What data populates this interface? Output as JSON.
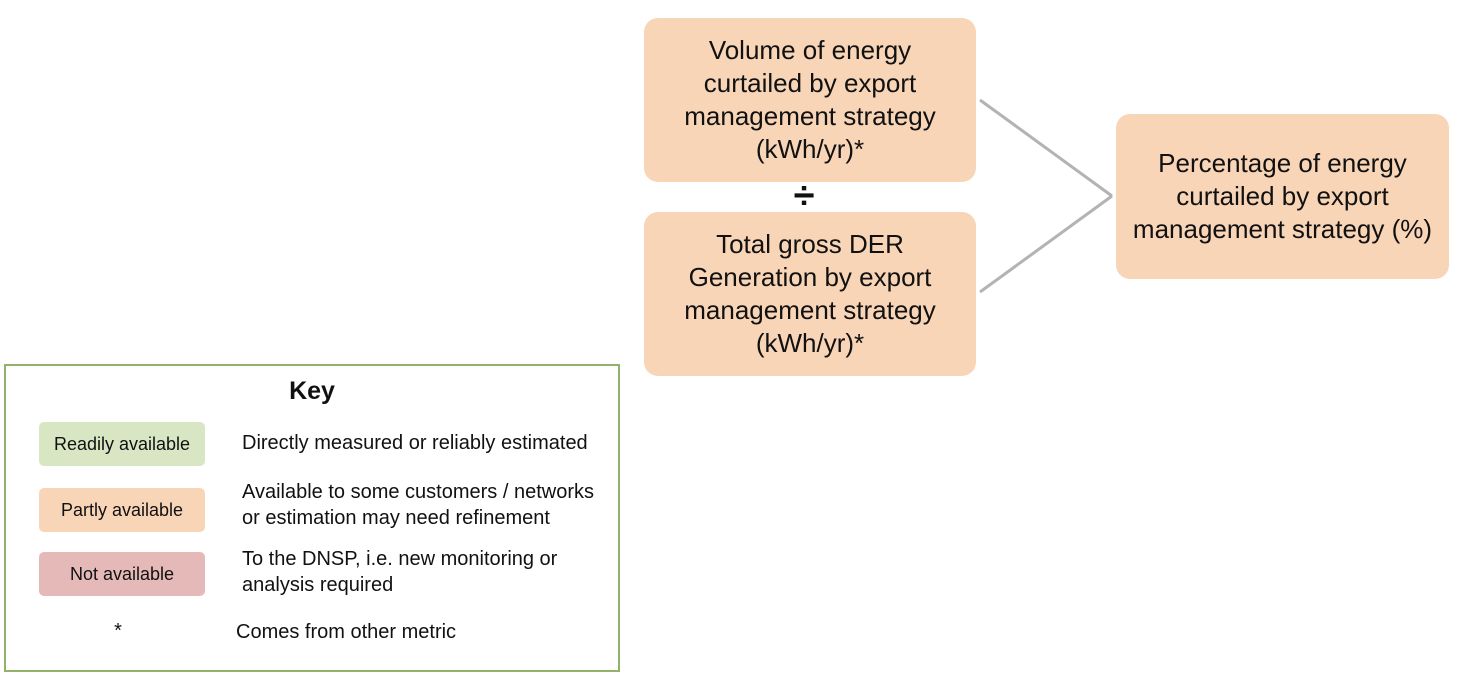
{
  "diagram": {
    "nodes": {
      "volume": {
        "line1": "Volume of energy",
        "line2": "curtailed by export",
        "line3": "management strategy",
        "line4": "(kWh/yr)*",
        "status": "partly"
      },
      "total": {
        "line1": "Total gross DER",
        "line2": "Generation by export",
        "line3": "management strategy",
        "line4": "(kWh/yr)*",
        "status": "partly"
      },
      "percentage": {
        "line1": "Percentage of energy",
        "line2": "curtailed by export",
        "line3": "management strategy (%)",
        "status": "partly"
      }
    },
    "operator": "÷",
    "edges": [
      {
        "from": "volume",
        "to": "percentage"
      },
      {
        "from": "total",
        "to": "percentage"
      }
    ],
    "connector_color": "#b3b3b3"
  },
  "key": {
    "title": "Key",
    "items": [
      {
        "label": "Readily available",
        "color": "#d8e6c4",
        "desc_line1": "Directly measured or reliably estimated",
        "desc_line2": ""
      },
      {
        "label": "Partly available",
        "color": "#f9d5b8",
        "desc_line1": "Available to some customers / networks",
        "desc_line2": "or estimation may need refinement"
      },
      {
        "label": "Not available",
        "color": "#e6b9b9",
        "desc_line1": "To the DNSP, i.e. new monitoring or",
        "desc_line2": "analysis required"
      }
    ],
    "asterisk": "*",
    "asterisk_desc": "Comes from other metric",
    "border_color": "#92b26a"
  }
}
